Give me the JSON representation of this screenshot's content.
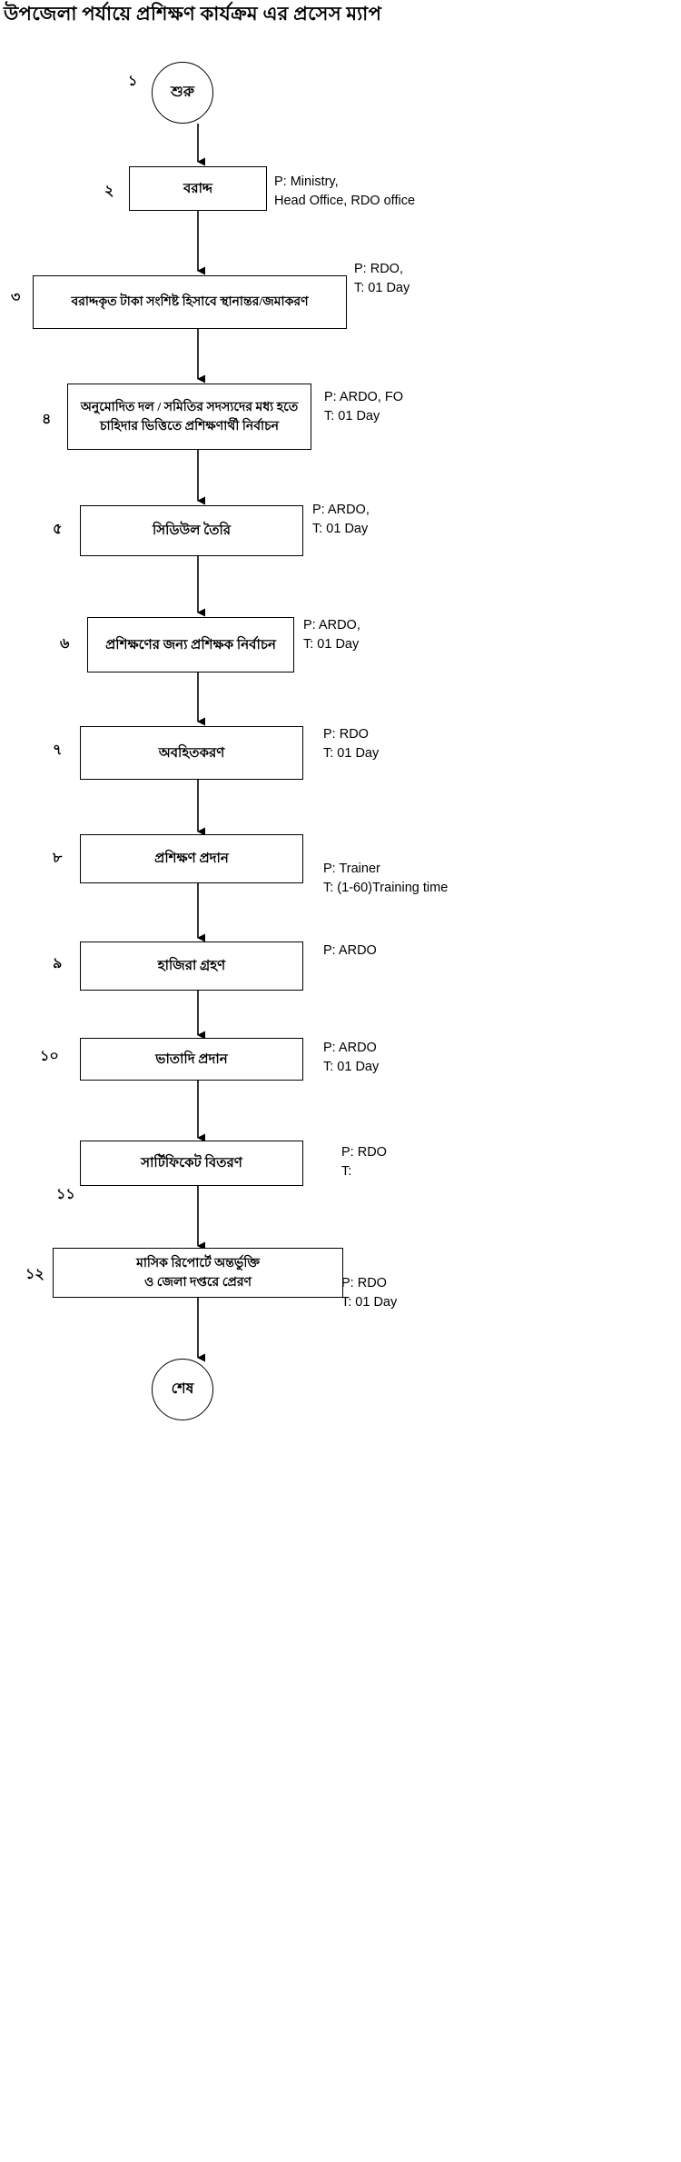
{
  "title": "উপজেলা পর্যায়ে প্রশিক্ষণ কার্যক্রম এর প্রসেস ম্যাপ",
  "start_node": {
    "label": "শুরু",
    "step": "১"
  },
  "end_node": {
    "label": "শেষ"
  },
  "steps": [
    {
      "step": "২",
      "label": "বরাদ্দ",
      "annotation": "P:  Ministry,\n     Head Office, RDO office"
    },
    {
      "step": "৩",
      "label": "বরাদ্দকৃত টাকা সংশিষ্ট হিসাবে স্থানান্তর/জমাকরণ",
      "annotation": "P:  RDO,\nT:  01 Day"
    },
    {
      "step": "৪",
      "label": "অনুমোদিত দল / সমিতির সদস্যদের মধ্য হতে\nচাহিদার ভিত্তিতে প্রশিক্ষণার্থী নির্বাচন",
      "annotation": "P:  ARDO, FO\nT:  01 Day"
    },
    {
      "step": "৫",
      "label": "সিডিউল তৈরি",
      "annotation": "P:  ARDO,\nT:  01 Day"
    },
    {
      "step": "৬",
      "label": "প্রশিক্ষণের জন্য প্রশিক্ষক নির্বাচন",
      "annotation": "P:  ARDO,\nT:  01 Day"
    },
    {
      "step": "৭",
      "label": "অবহিতকরণ",
      "annotation": "P: RDO\nT:  01 Day"
    },
    {
      "step": "৮",
      "label": "প্রশিক্ষণ প্রদান",
      "annotation": "P: Trainer\nT:  (1-60)Training time"
    },
    {
      "step": "৯",
      "label": "হাজিরা গ্রহণ",
      "annotation": "P: ARDO"
    },
    {
      "step": "১০",
      "label": "ভাতাদি প্রদান",
      "annotation": "P: ARDO\nT:  01 Day"
    },
    {
      "step": "১১",
      "label": "সার্টিফিকেট বিতরণ",
      "annotation": "P: RDO\nT:"
    },
    {
      "step": "১২",
      "label": "মাসিক রিপোর্টে অন্তর্ভুক্তি\nও জেলা দপ্তরে প্রেরণ",
      "annotation": "P: RDO\nT:  01 Day"
    }
  ],
  "colors": {
    "stroke": "#000000",
    "background": "#ffffff"
  }
}
